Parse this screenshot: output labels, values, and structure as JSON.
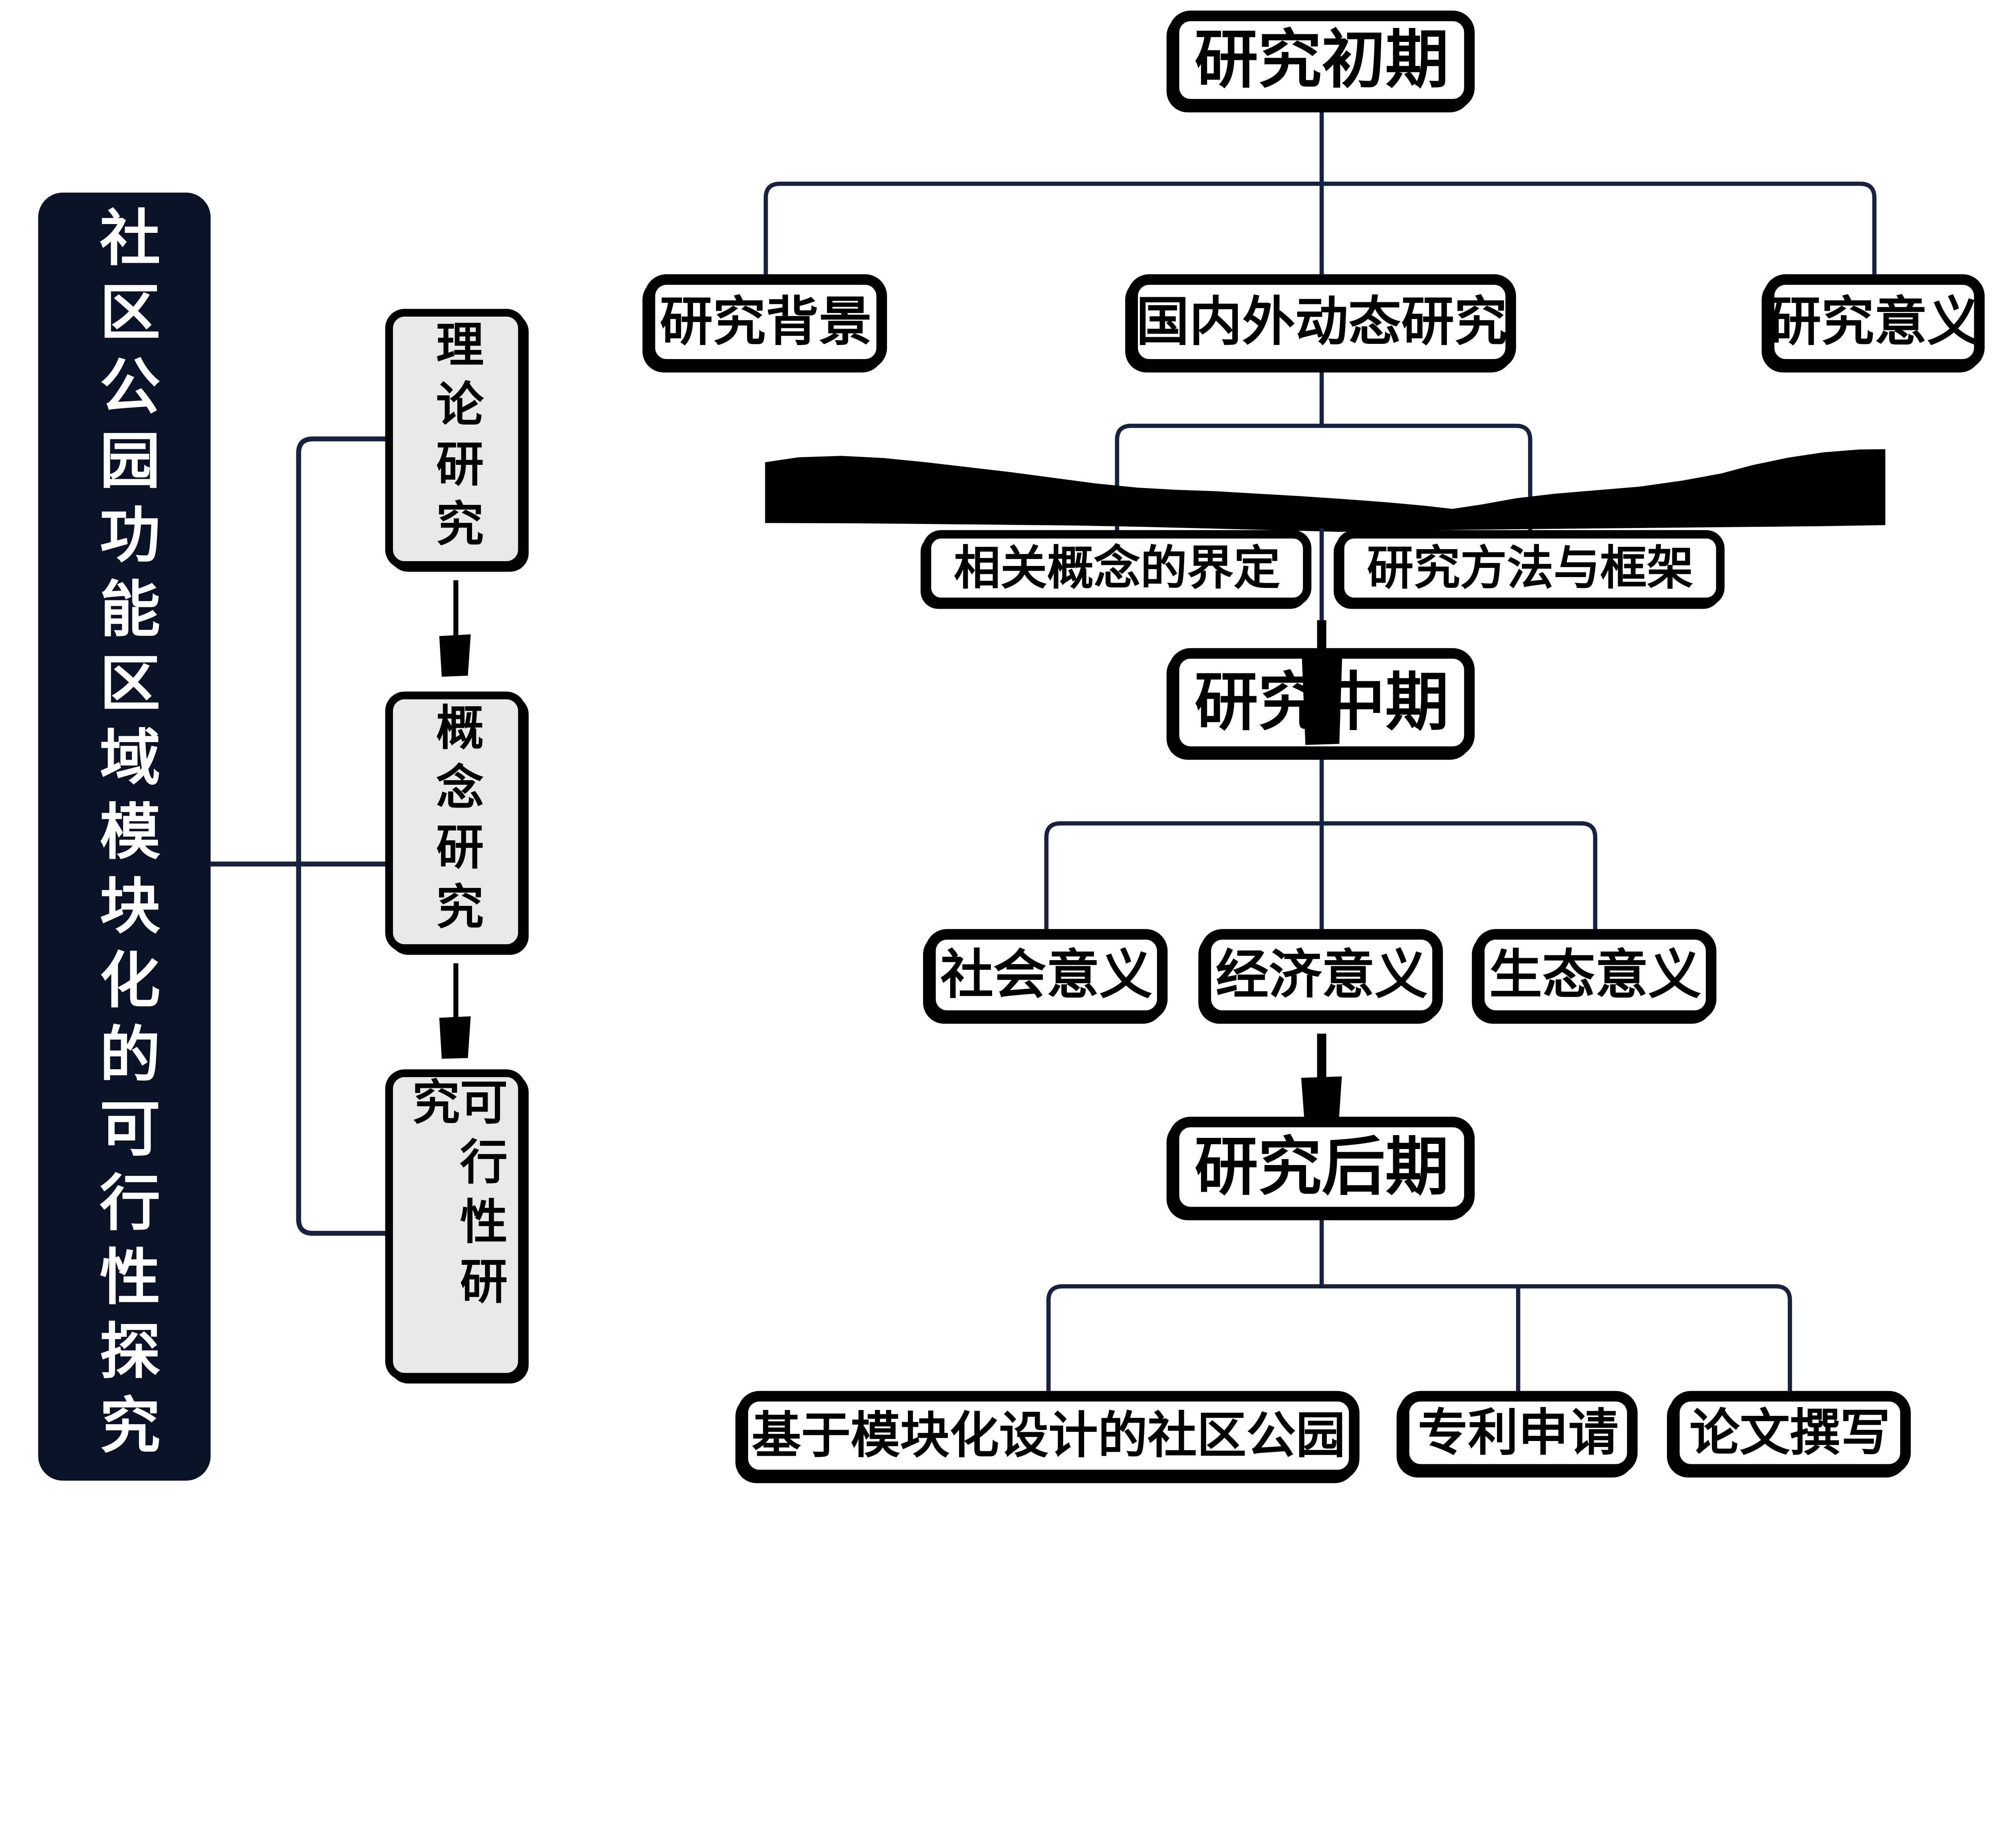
{
  "diagram": {
    "left_panel": {
      "title": "社区公园功能区域模块化的可行性探究"
    },
    "method_boxes": {
      "theory": "理论研究",
      "concept": "概念研究",
      "feasibility": "可行性研究"
    },
    "phases": {
      "early": {
        "label": "研究初期"
      },
      "middle": {
        "label": "研究中期"
      },
      "late": {
        "label": "研究后期"
      }
    },
    "early_children": {
      "background": "研究背景",
      "dynamics": "国内外动态研究",
      "significance": "研究意义"
    },
    "early_subchildren": {
      "concept_definition": "相关概念的界定",
      "methods_framework": "研究方法与框架"
    },
    "middle_children": {
      "social": "社会意义",
      "economic": "经济意义",
      "ecological": "生态意义"
    },
    "late_children": {
      "modular_park": "基于模块化设计的社区公园",
      "patent": "专利申请",
      "thesis": "论文撰写"
    }
  },
  "colors": {
    "background": "#FFFFFF",
    "panel_fill": "#0A1228",
    "panel_text": "#FFFFFF",
    "connector_navy": "#16223F",
    "box_border": "#000000",
    "box_fill": "#FFFFFF",
    "gray_box_fill": "#E9E9E9",
    "brush_band": "#000000",
    "text": "#000000"
  }
}
